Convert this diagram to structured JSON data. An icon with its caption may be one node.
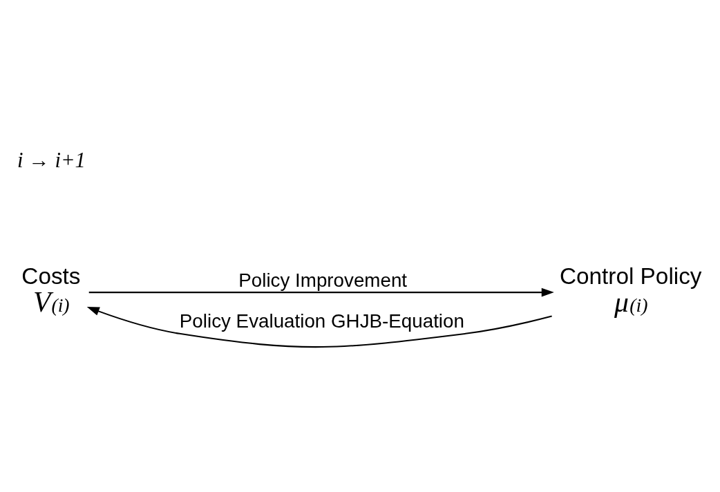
{
  "diagram": {
    "nodes": [
      {
        "text": [
          "Costs",
          "V$^{(i)}$"
        ]
      },
      {
        "text": [
          "Control Policy",
          "μ$^{(i)}$"
        ]
      }
    ],
    "edges": [
      {
        "from": 0,
        "to": 1,
        "arrow": "to",
        "label": "Policy Improvement"
      },
      {
        "from": 1,
        "to": 0,
        "arrow": "to",
        "label": "Policy Evaluation GHJB-Equation"
      }
    ],
    "labels": [
      "i → i+1"
    ]
  }
}
